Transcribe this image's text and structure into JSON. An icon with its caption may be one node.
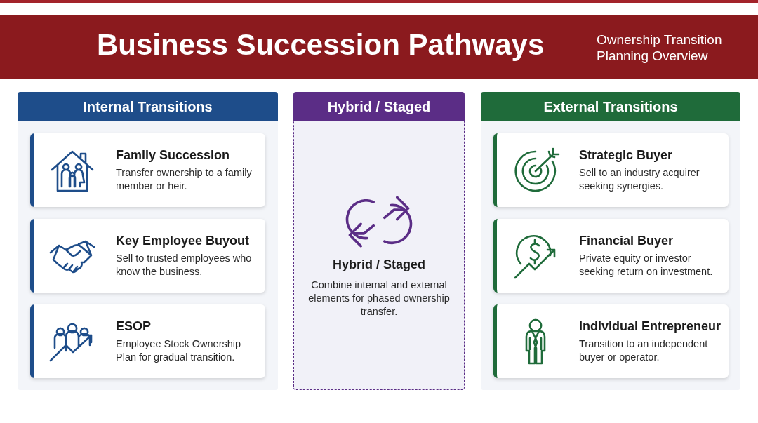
{
  "diagram": {
    "title": "Business Succession Pathways",
    "nodes": [
      {
        "text": [
          "Internal Transitions"
        ]
      },
      {
        "text": [
          "Family Succession",
          "Transfer ownership to a family member or heir."
        ],
        "in": 0
      },
      {
        "text": [
          "Key Employee Buyout",
          "Sell to trusted employees who know the business."
        ],
        "in": 0
      },
      {
        "text": [
          "ESOP",
          "Employee Stock Ownership Plan for gradual transition."
        ],
        "in": 0
      },
      {
        "text": [
          "Hybrid / Staged",
          "Hybrid / Staged",
          "Combine internal and external elements for phased ownership transfer."
        ]
      },
      {
        "text": [
          "External Transitions"
        ]
      },
      {
        "text": [
          "Strategic Buyer",
          "Sell to an industry acquirer seeking synergies."
        ],
        "in": 5
      },
      {
        "text": [
          "Financial Buyer",
          "Private equity or investor seeking return on investment."
        ],
        "in": 5
      },
      {
        "text": [
          "Individual Entrepreneur",
          "Transition to an independent buyer or operator."
        ],
        "in": 5
      }
    ],
    "labels": [
      "Ownership Transition Planning Overview"
    ]
  }
}
